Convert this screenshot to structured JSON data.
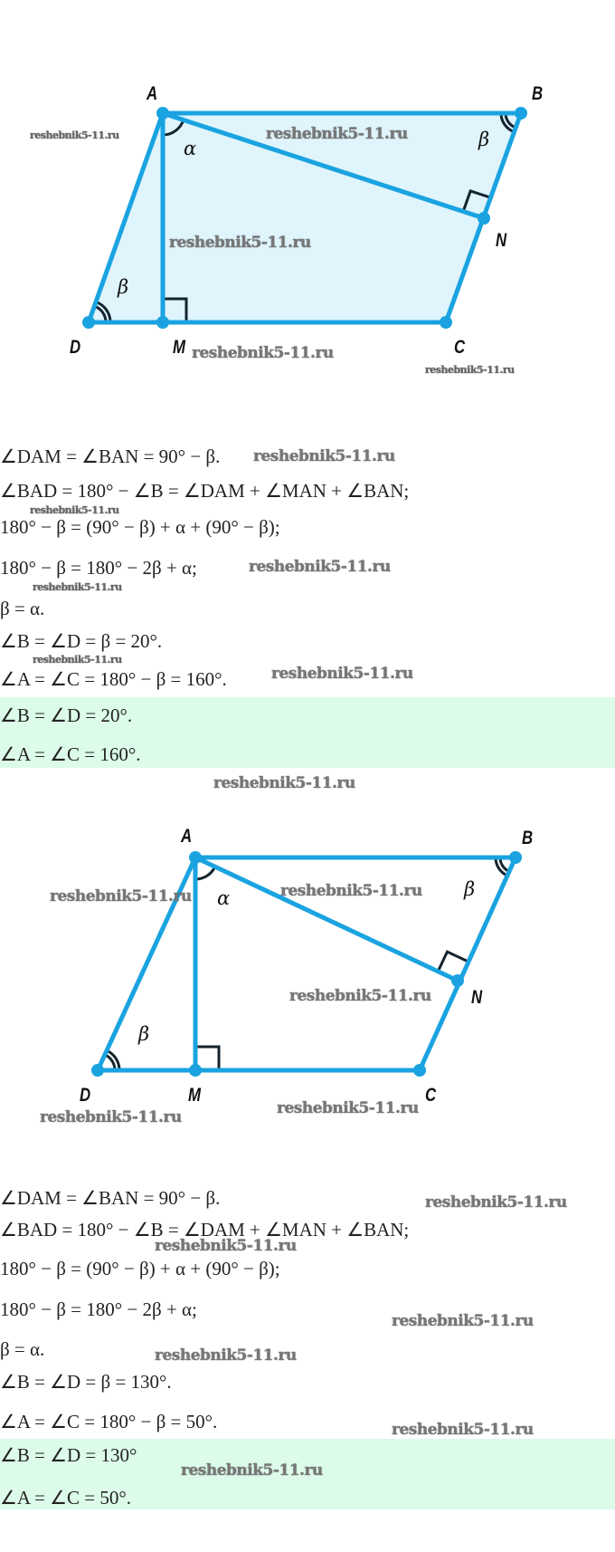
{
  "watermark": "reshebnik5-11.ru",
  "colors": {
    "line": "#1aa3e0",
    "fill": "#dff4fb",
    "answer_bg": "#dcfbe9",
    "mark": "#14232e"
  },
  "diagram1": {
    "labels": {
      "A": "A",
      "B": "B",
      "C": "C",
      "D": "D",
      "M": "M",
      "N": "N"
    },
    "alpha": "α",
    "beta": "β"
  },
  "diagram2": {
    "labels": {
      "A": "A",
      "B": "B",
      "C": "C",
      "D": "D",
      "M": "M",
      "N": "N"
    },
    "alpha": "α",
    "beta": "β"
  },
  "solution1": {
    "lines": [
      "∠DAM = ∠BAN = 90° − β.",
      "∠BAD = 180° − ∠B = ∠DAM + ∠MAN + ∠BAN;",
      "180° − β = (90° − β) + α + (90° − β);",
      "180° − β = 180° − 2β + α;",
      "β = α.",
      "∠B = ∠D = β = 20°.",
      "∠A = ∠C = 180° − β = 160°."
    ],
    "answer": [
      "∠B = ∠D = 20°.",
      "∠A = ∠C = 160°."
    ]
  },
  "solution2": {
    "lines": [
      "∠DAM = ∠BAN = 90° − β.",
      "∠BAD = 180° − ∠B = ∠DAM + ∠MAN + ∠BAN;",
      "180° − β = (90° − β) + α + (90° − β);",
      "180° − β = 180° − 2β + α;",
      "β = α.",
      "∠B = ∠D = β = 130°.",
      "∠A = ∠C = 180° − β = 50°."
    ],
    "answer": [
      "∠B = ∠D = 130°",
      "∠A = ∠C = 50°."
    ]
  }
}
